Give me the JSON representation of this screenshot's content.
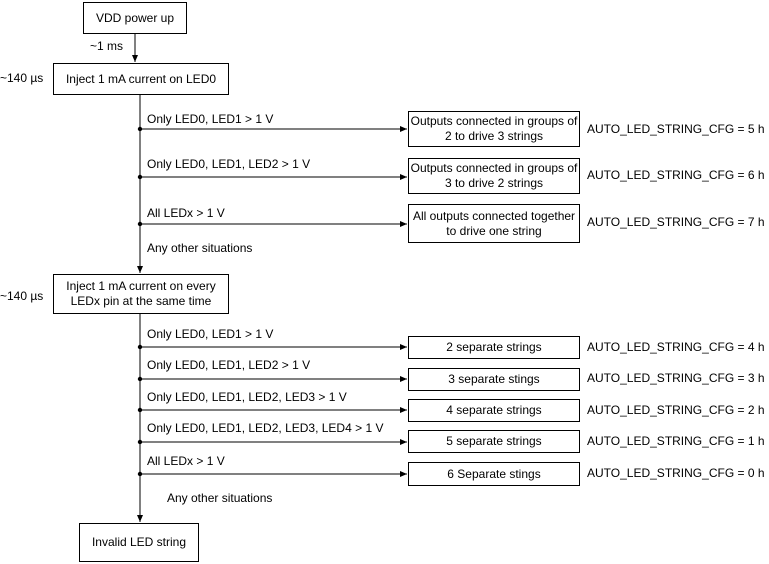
{
  "steps": {
    "power_up": "VDD power up",
    "delay_1ms": "~1 ms",
    "time_1": "~140 µs",
    "inject_led0": "Inject 1 mA current on LED0",
    "time_2": "~140 µs",
    "inject_every": "Inject 1 mA current on every LEDx pin at the same time",
    "invalid": "Invalid LED string"
  },
  "first_stage": {
    "branches": [
      {
        "condition": "Only LED0, LED1 > 1 V",
        "outcome": "Outputs connected in groups of 2 to drive 3 strings",
        "config": "AUTO_LED_STRING_CFG = 5 h"
      },
      {
        "condition": "Only LED0, LED1, LED2 > 1 V",
        "outcome": "Outputs connected in groups of 3 to drive 2 strings",
        "config": "AUTO_LED_STRING_CFG = 6 h"
      },
      {
        "condition": "All LEDx > 1 V",
        "outcome": "All outputs connected together to drive one string",
        "config": "AUTO_LED_STRING_CFG = 7 h"
      }
    ],
    "otherwise": "Any other situations"
  },
  "second_stage": {
    "branches": [
      {
        "condition": "Only LED0, LED1 > 1 V",
        "outcome": "2 separate strings",
        "config": "AUTO_LED_STRING_CFG = 4 h"
      },
      {
        "condition": "Only LED0, LED1, LED2 > 1 V",
        "outcome": "3 separate stings",
        "config": "AUTO_LED_STRING_CFG = 3 h"
      },
      {
        "condition": "Only LED0, LED1, LED2, LED3 > 1 V",
        "outcome": "4 separate strings",
        "config": "AUTO_LED_STRING_CFG = 2 h"
      },
      {
        "condition": "Only LED0, LED1, LED2, LED3, LED4 > 1 V",
        "outcome": "5 separate strings",
        "config": "AUTO_LED_STRING_CFG = 1 h"
      },
      {
        "condition": "All LEDx > 1 V",
        "outcome": "6 Separate stings",
        "config": "AUTO_LED_STRING_CFG = 0 h"
      }
    ],
    "otherwise": "Any other situations"
  }
}
